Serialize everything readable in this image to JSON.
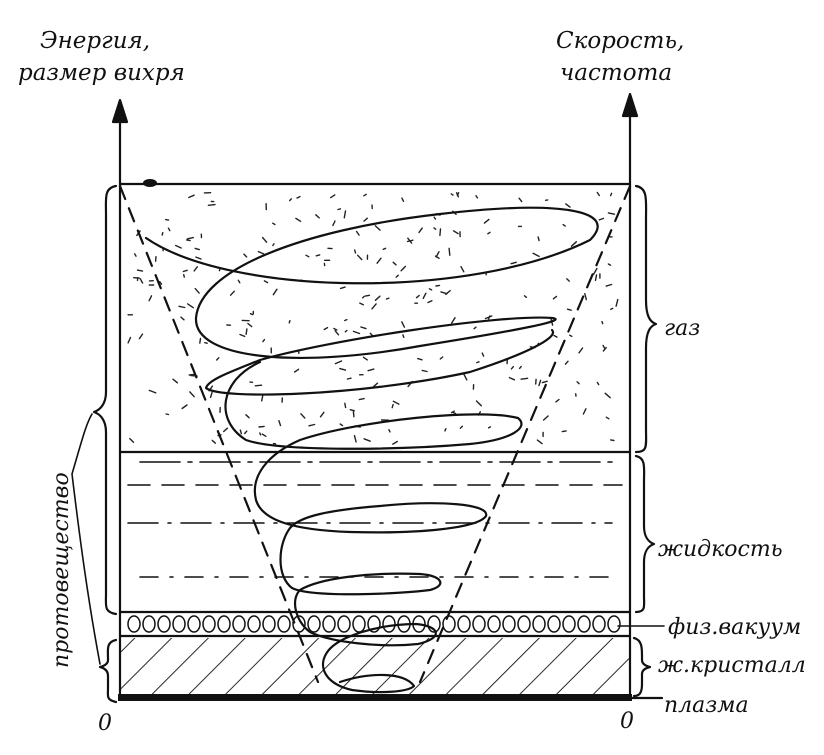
{
  "axes": {
    "left_line1": "Энергия,",
    "left_line2": "размер вихря",
    "right_line1": "Скорость,",
    "right_line2": "частота",
    "zero_left": "0",
    "zero_right": "0"
  },
  "layers": {
    "gas": "газ",
    "liquid": "жидкость",
    "vacuum": "физ.вакуум",
    "crystal": "ж.кристалл",
    "plasma": "плазма",
    "proto": "протовещество"
  },
  "colors": {
    "ink": "#111111",
    "paper": "#ffffff"
  }
}
